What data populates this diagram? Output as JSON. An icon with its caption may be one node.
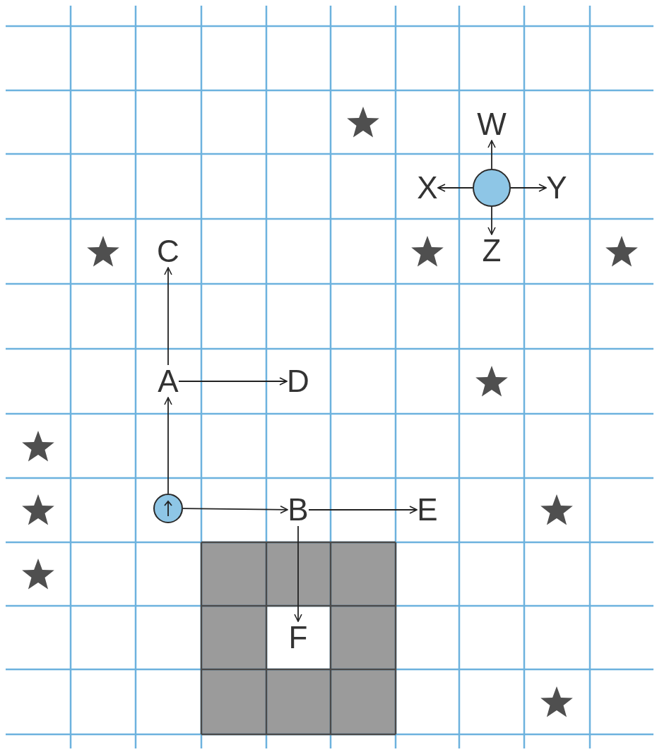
{
  "diagram": {
    "nodes": [
      {
        "text": [
          "W"
        ]
      },
      {
        "text": [
          "X"
        ]
      },
      {
        "text": [],
        "shape": "circle"
      },
      {
        "text": [
          "Y"
        ]
      },
      {
        "text": [
          "C"
        ]
      },
      {
        "text": [
          "Z"
        ]
      },
      {
        "text": [
          "A"
        ]
      },
      {
        "text": [
          "D"
        ]
      },
      {
        "text": [],
        "shape": "circle"
      },
      {
        "text": [
          "B"
        ]
      },
      {
        "text": [
          "E"
        ]
      },
      {
        "text": [
          "F"
        ]
      }
    ],
    "edges": [
      {
        "from": 2,
        "to": 0,
        "arrow": "to"
      },
      {
        "from": 2,
        "to": 1,
        "arrow": "to"
      },
      {
        "from": 2,
        "to": 3,
        "arrow": "to"
      },
      {
        "from": 2,
        "to": 5,
        "arrow": "to"
      },
      {
        "from": 6,
        "to": 4,
        "arrow": "to"
      },
      {
        "from": 6,
        "to": 7,
        "arrow": "to"
      },
      {
        "from": 8,
        "to": 6,
        "arrow": "to"
      },
      {
        "from": 8,
        "to": 9,
        "arrow": "to"
      },
      {
        "from": 9,
        "to": 10,
        "arrow": "to"
      },
      {
        "from": 9,
        "to": 11,
        "arrow": "to"
      }
    ]
  }
}
